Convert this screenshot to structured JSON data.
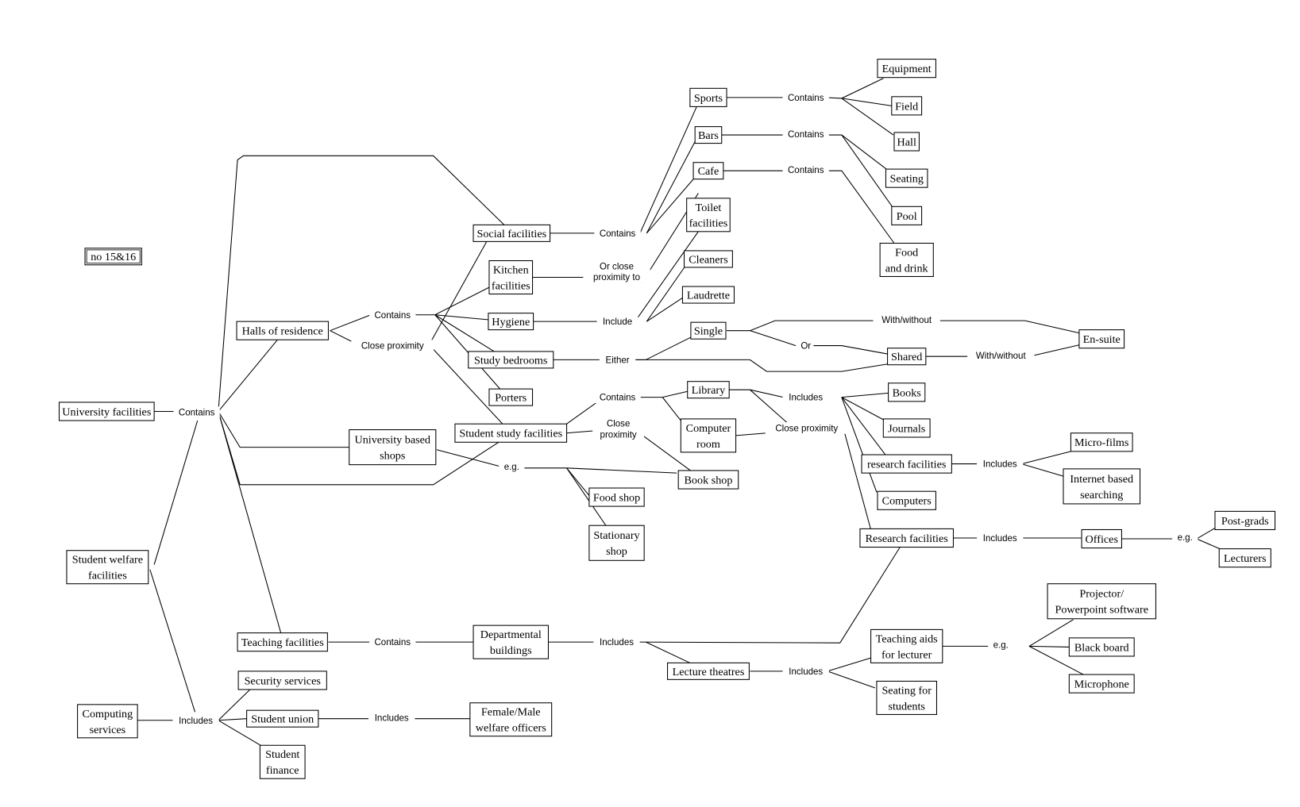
{
  "title_note": [
    "no 15&16"
  ],
  "nodes": {
    "univ": [
      "University facilities"
    ],
    "welfare": [
      "Student welfare",
      "facilities"
    ],
    "computing": [
      "Computing",
      "services"
    ],
    "social": [
      "Social facilities"
    ],
    "halls": [
      "Halls of residence"
    ],
    "kitchen": [
      "Kitchen",
      "facilities"
    ],
    "hygiene": [
      "Hygiene"
    ],
    "bedrooms": [
      "Study bedrooms"
    ],
    "porters": [
      "Porters"
    ],
    "study": [
      "Student study facilities"
    ],
    "shops": [
      "University based",
      "shops"
    ],
    "teaching": [
      "Teaching facilities"
    ],
    "security": [
      "Security services"
    ],
    "union": [
      "Student union"
    ],
    "finance": [
      "Student",
      "finance"
    ],
    "dept": [
      "Departmental",
      "buildings"
    ],
    "officers": [
      "Female/Male",
      "welfare officers"
    ],
    "sports": [
      "Sports"
    ],
    "bars": [
      "Bars"
    ],
    "cafe": [
      "Cafe"
    ],
    "toilet": [
      "Toilet",
      "facilities"
    ],
    "cleaners": [
      "Cleaners"
    ],
    "laundrette": [
      "Laudrette"
    ],
    "single": [
      "Single"
    ],
    "library": [
      "Library"
    ],
    "comproom": [
      "Computer",
      "room"
    ],
    "bookshop": [
      "Book shop"
    ],
    "foodshop": [
      "Food shop"
    ],
    "stationary": [
      "Stationary",
      "shop"
    ],
    "lecture": [
      "Lecture theatres"
    ],
    "equipment": [
      "Equipment"
    ],
    "field": [
      "Field"
    ],
    "hall": [
      "Hall"
    ],
    "seating": [
      "Seating"
    ],
    "pool": [
      "Pool"
    ],
    "fooddrink": [
      "Food",
      "and drink"
    ],
    "shared": [
      "Shared"
    ],
    "books": [
      "Books"
    ],
    "journals": [
      "Journals"
    ],
    "research1": [
      "research facilities"
    ],
    "computers": [
      "Computers"
    ],
    "research2": [
      "Research facilities"
    ],
    "aids": [
      "Teaching aids",
      "for lecturer"
    ],
    "seatstud": [
      "Seating for",
      "students"
    ],
    "ensuite": [
      "En-suite"
    ],
    "microfilms": [
      "Micro-films"
    ],
    "internet": [
      "Internet based",
      "searching"
    ],
    "offices": [
      "Offices"
    ],
    "projector": [
      "Projector/",
      "Powerpoint software"
    ],
    "blackboard": [
      "Black board"
    ],
    "microphone": [
      "Microphone"
    ],
    "postgrads": [
      "Post-grads"
    ],
    "lecturers": [
      "Lecturers"
    ]
  },
  "links": {
    "l_contains_main": [
      "Contains"
    ],
    "l_includes_comp": [
      "Includes"
    ],
    "l_halls_contains": [
      "Contains"
    ],
    "l_halls_close": [
      "Close proximity"
    ],
    "l_social_contains": [
      "Contains"
    ],
    "l_kitchen_close": [
      "Or close",
      "proximity to"
    ],
    "l_hygiene_include": [
      "Include"
    ],
    "l_either": [
      "Either"
    ],
    "l_study_contains": [
      "Contains"
    ],
    "l_study_close": [
      "Close",
      "proximity"
    ],
    "l_shops_eg": [
      "e.g."
    ],
    "l_teach_contains": [
      "Contains"
    ],
    "l_dept_includes": [
      "Includes"
    ],
    "l_union_includes": [
      "Includes"
    ],
    "l_sports_contains": [
      "Contains"
    ],
    "l_bars_contains": [
      "Contains"
    ],
    "l_cafe_contains": [
      "Contains"
    ],
    "l_withwithout1": [
      "With/without"
    ],
    "l_or": [
      "Or"
    ],
    "l_withwithout2": [
      "With/without"
    ],
    "l_library_includes": [
      "Includes"
    ],
    "l_comp_close": [
      "Close proximity"
    ],
    "l_research1_includes": [
      "Includes"
    ],
    "l_research2_includes": [
      "Includes"
    ],
    "l_offices_eg": [
      "e.g."
    ],
    "l_lecture_includes": [
      "Includes"
    ],
    "l_aids_eg": [
      "e.g."
    ]
  }
}
